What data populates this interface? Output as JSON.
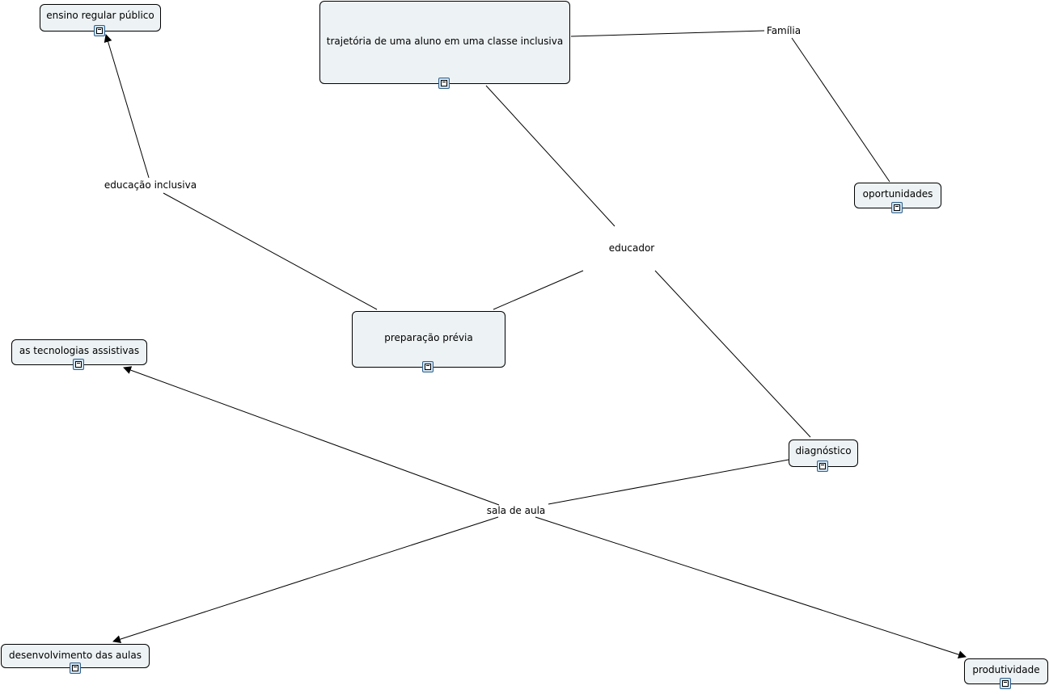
{
  "concepts": {
    "ensino_regular": {
      "label": "ensino regular público"
    },
    "trajetoria": {
      "label": "trajetória de uma aluno em uma classe inclusiva"
    },
    "oportunidades": {
      "label": "oportunidades"
    },
    "tecnologias": {
      "label": "as tecnologias assistivas"
    },
    "preparacao": {
      "label": "preparação prévia"
    },
    "diagnostico": {
      "label": "diagnóstico"
    },
    "desenvolvimento": {
      "label": "desenvolvimento das aulas"
    },
    "produtividade": {
      "label": "produtividade"
    }
  },
  "linking_phrases": {
    "familia": "Família",
    "educacao_inclusiva": "educação inclusiva",
    "educador": "educador",
    "sala_de_aula": "sala de aula"
  },
  "icons": {
    "resource": "document-icon"
  },
  "colors": {
    "concept_fill": "#edf2f4",
    "concept_border": "#000000",
    "line": "#000000",
    "resource_fill": "#cfe3f3",
    "resource_border": "#2f5f8a"
  }
}
